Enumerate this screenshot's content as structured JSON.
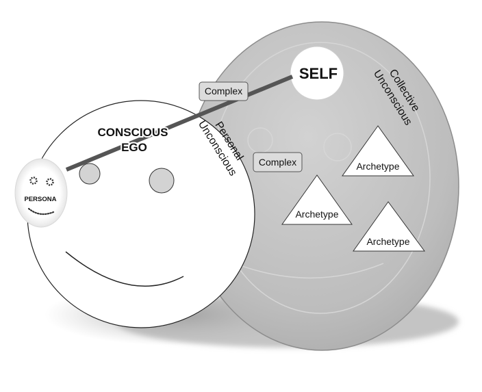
{
  "diagram": {
    "labels": {
      "self": "SELF",
      "collective_unconscious": [
        "Collective",
        "Unconscious"
      ],
      "personal_unconscious": [
        "Personal",
        "Unconscious"
      ],
      "conscious_ego": [
        "CONSCIOUS",
        "EGO"
      ],
      "persona": "PERSONA",
      "complex_upper": "Complex",
      "complex_lower": "Complex",
      "archetype_top": "Archetype",
      "archetype_mid": "Archetype",
      "archetype_bottom": "Archetype"
    },
    "colors": {
      "outer_disc": "#bdbdbd",
      "outer_disc_stroke": "#8c8c8c",
      "face_fill": "#ffffff",
      "eye_fill": "#d3d3d3",
      "line_color": "#555555",
      "label_box_fill": "#dcdcdc"
    }
  }
}
